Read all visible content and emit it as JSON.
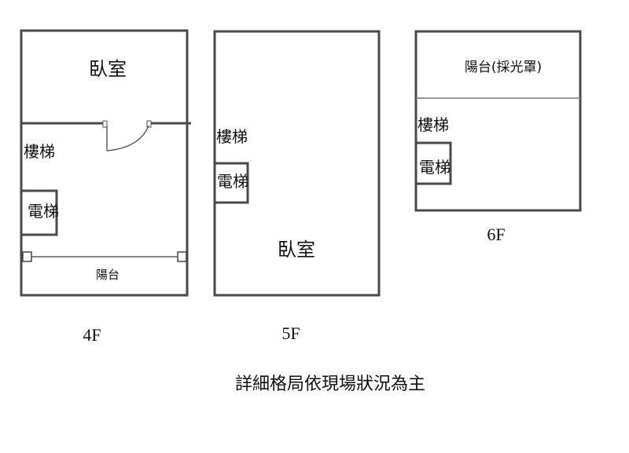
{
  "floor4": {
    "bedroom": "臥室",
    "stairs": "樓梯",
    "elevator": "電梯",
    "balcony": "陽台",
    "label": "4F"
  },
  "floor5": {
    "stairs": "樓梯",
    "elevator": "電梯",
    "bedroom": "臥室",
    "label": "5F"
  },
  "floor6": {
    "balcony": "陽台(採光罩)",
    "stairs": "樓梯",
    "elevator": "電梯",
    "label": "6F"
  },
  "footnote": "詳細格局依現場狀況為主"
}
